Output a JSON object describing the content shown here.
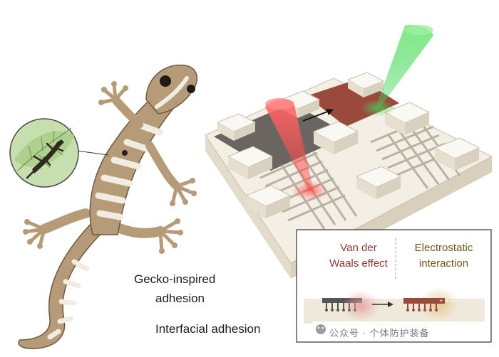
{
  "labels": {
    "gecko_line1": "Gecko-inspired",
    "gecko_line2": "adhesion",
    "interfacial": "Interfacial adhesion",
    "vdw_line1": "Van der",
    "vdw_line2": "Waals effect",
    "es_line1": "Electrostatic",
    "es_line2": "interaction"
  },
  "watermark": "公众号 · 个体防护装备",
  "icons": [
    "gecko-illustration",
    "leaf-gecko-inset",
    "red-laser-cone",
    "green-laser-cone",
    "direction-arrow",
    "wechat-icon"
  ],
  "colors": {
    "gecko_tan": "#b59b78",
    "gecko_stripe": "#f1ece2",
    "leaf_green": "#b9d59c",
    "laser_red": "#f14a4a",
    "laser_green": "#5fd86a",
    "substrate": "#f3efe4",
    "dark_region": "#6a6560",
    "red_region": "#9a4a3c",
    "vdw_text": "#8b3b34",
    "es_text": "#6e5a1e"
  }
}
